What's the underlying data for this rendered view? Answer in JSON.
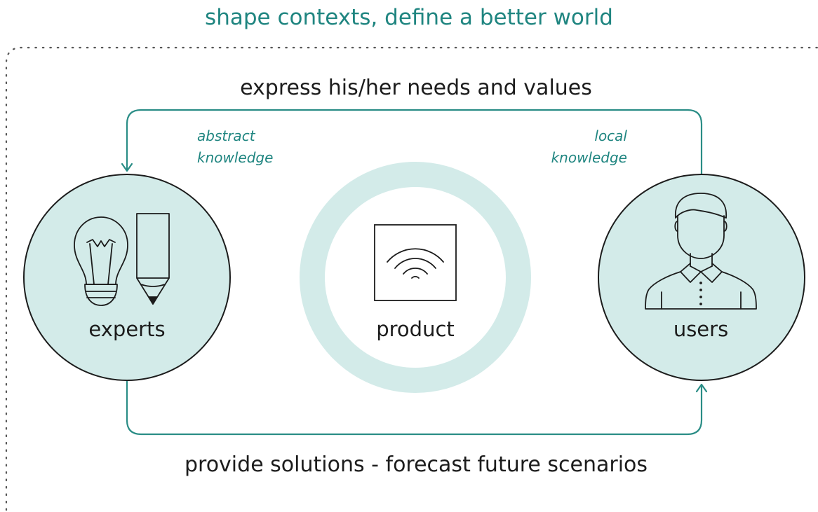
{
  "headline": "shape contexts, define a better world",
  "flows": {
    "top_label": "express his/her needs and values",
    "bottom_label": "provide solutions - forecast future scenarios",
    "left_annotation": "abstract knowledge",
    "right_annotation": "local knowledge"
  },
  "nodes": {
    "experts": {
      "label": "experts",
      "icons": [
        "lightbulb-icon",
        "pencil-icon"
      ]
    },
    "product": {
      "label": "product",
      "icons": [
        "wireless-device-icon"
      ]
    },
    "users": {
      "label": "users",
      "icons": [
        "person-icon"
      ]
    }
  },
  "colors": {
    "teal_text": "#1f8580",
    "arrow": "#2a8d86",
    "circle_fill": "#d3ebe9",
    "outline": "#1c1c1c",
    "border_dots": "#555555"
  }
}
